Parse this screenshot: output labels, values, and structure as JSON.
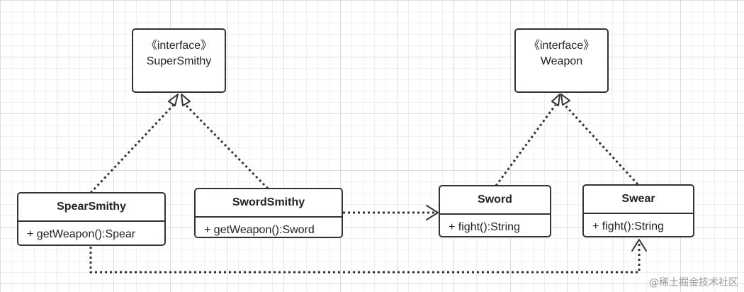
{
  "interfaces": [
    {
      "stereotype": "《interface》",
      "name": "SuperSmithy"
    },
    {
      "stereotype": "《interface》",
      "name": "Weapon"
    }
  ],
  "classes": [
    {
      "name": "SpearSmithy",
      "method": "+ getWeapon():Spear"
    },
    {
      "name": "SwordSmithy",
      "method": "+ getWeapon():Sword"
    },
    {
      "name": "Sword",
      "method": "+ fight():String"
    },
    {
      "name": "Swear",
      "method": "+ fight():String"
    }
  ],
  "relations": [
    {
      "from": "SpearSmithy",
      "to": "SuperSmithy",
      "type": "realization"
    },
    {
      "from": "SwordSmithy",
      "to": "SuperSmithy",
      "type": "realization"
    },
    {
      "from": "Sword",
      "to": "Weapon",
      "type": "realization"
    },
    {
      "from": "Swear",
      "to": "Weapon",
      "type": "realization"
    },
    {
      "from": "SwordSmithy",
      "to": "Sword",
      "type": "dependency"
    },
    {
      "from": "SpearSmithy",
      "to": "Swear",
      "type": "dependency"
    }
  ],
  "watermark": "@稀土掘金技术社区",
  "colors": {
    "line": "#333333",
    "grid": "#dcdcdc",
    "background": "#ffffff"
  }
}
